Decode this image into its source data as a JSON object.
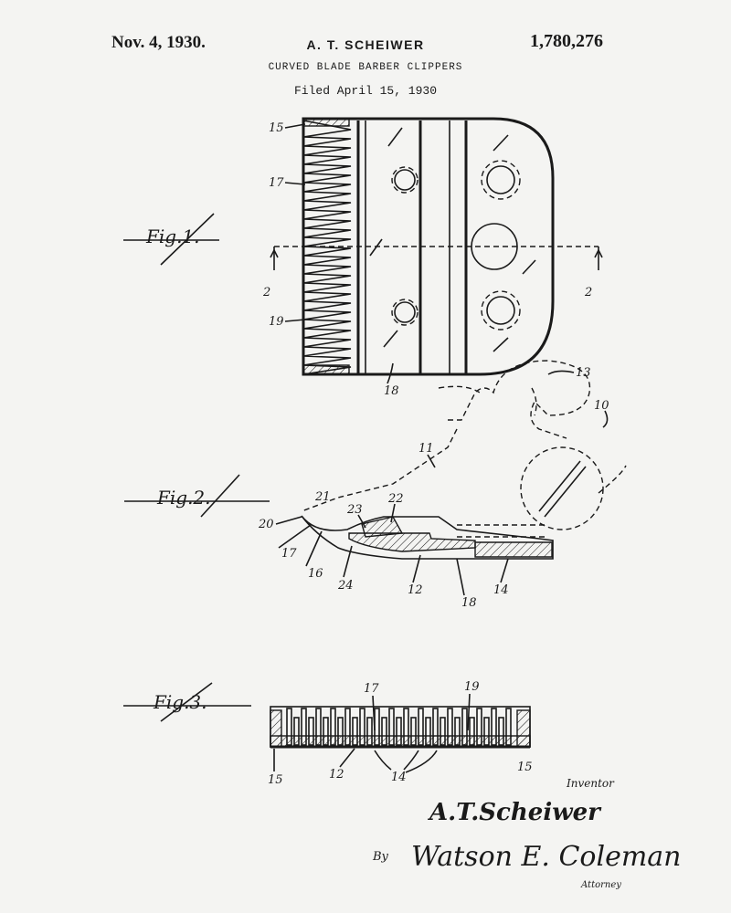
{
  "header": {
    "date": "Nov. 4, 1930.",
    "inventor": "A. T. SCHEIWER",
    "patent_number": "1,780,276",
    "title": "CURVED BLADE BARBER CLIPPERS",
    "filed": "Filed April 15, 1930"
  },
  "figures": {
    "fig1_label": "Fig.1.",
    "fig2_label": "Fig.2.",
    "fig3_label": "Fig.3."
  },
  "refs": {
    "r15": "15",
    "r17": "17",
    "r2": "2",
    "r19": "19",
    "r18": "18",
    "r13": "13",
    "r10": "10",
    "r11": "11",
    "r21": "21",
    "r20": "20",
    "r23": "23",
    "r22": "22",
    "r16": "16",
    "r24": "24",
    "r12": "12",
    "r14": "14"
  },
  "signatures": {
    "inventor_label": "Inventor",
    "inventor_signature": "A.T.Scheiwer",
    "by": "By",
    "attorney_signature": "Watson E. Coleman",
    "attorney_label": "Attorney"
  }
}
